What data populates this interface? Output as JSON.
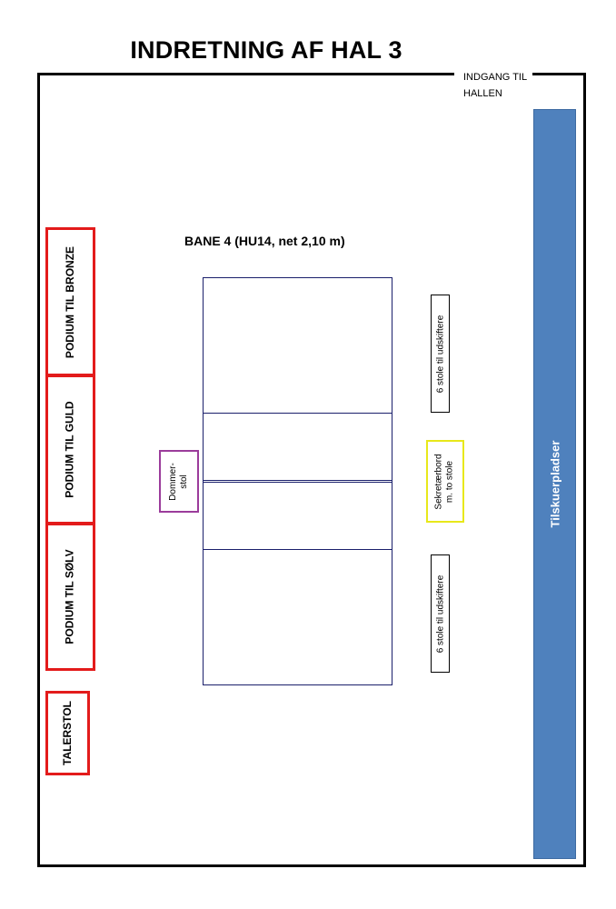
{
  "title": "INDRETNING AF HAL 3",
  "entrance": "INDGANG TIL HALLEN",
  "spectators": "Tilskuerpladser",
  "court_label": "BANE 4 (HU14, net 2,10 m)",
  "podiums": {
    "bronze": "PODIUM TIL BRONZE",
    "gold": "PODIUM TIL GULD",
    "silver": "PODIUM TIL SØLV"
  },
  "lectern": "TALERSTOL",
  "referee": "Dommer-\nstol",
  "secretary": "Sekretærbord\nm. to stole",
  "chairs_top": "6 stole til udskiftere",
  "chairs_bottom": "6 stole til udskiftere",
  "colors": {
    "podium_border": "#e31b1b",
    "court_lines": "#1a1f6b",
    "spectators_fill": "#4f81bd",
    "referee_border": "#9b3c9b",
    "secretary_border": "#e8e81a"
  }
}
